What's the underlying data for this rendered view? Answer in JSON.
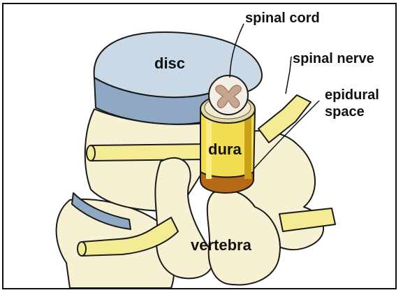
{
  "labels": {
    "spinal_cord": "spinal cord",
    "spinal_nerve": "spinal nerve",
    "epidural_line1": "epidural",
    "epidural_line2": "space",
    "disc": "disc",
    "dura": "dura",
    "vertebra": "vertebra"
  },
  "colors": {
    "disc_top": "#c9d9e6",
    "disc_side": "#8fa9c4",
    "bone": "#f7f1d4",
    "bone_shade": "#e6dcb2",
    "nerve": "#f4ec94",
    "dura": "#f2dc50",
    "dura_dark": "#c9a21a",
    "epidural_fat": "#b76a16",
    "cord_gray": "#c9a58f",
    "cord_white": "#f4efe6"
  }
}
